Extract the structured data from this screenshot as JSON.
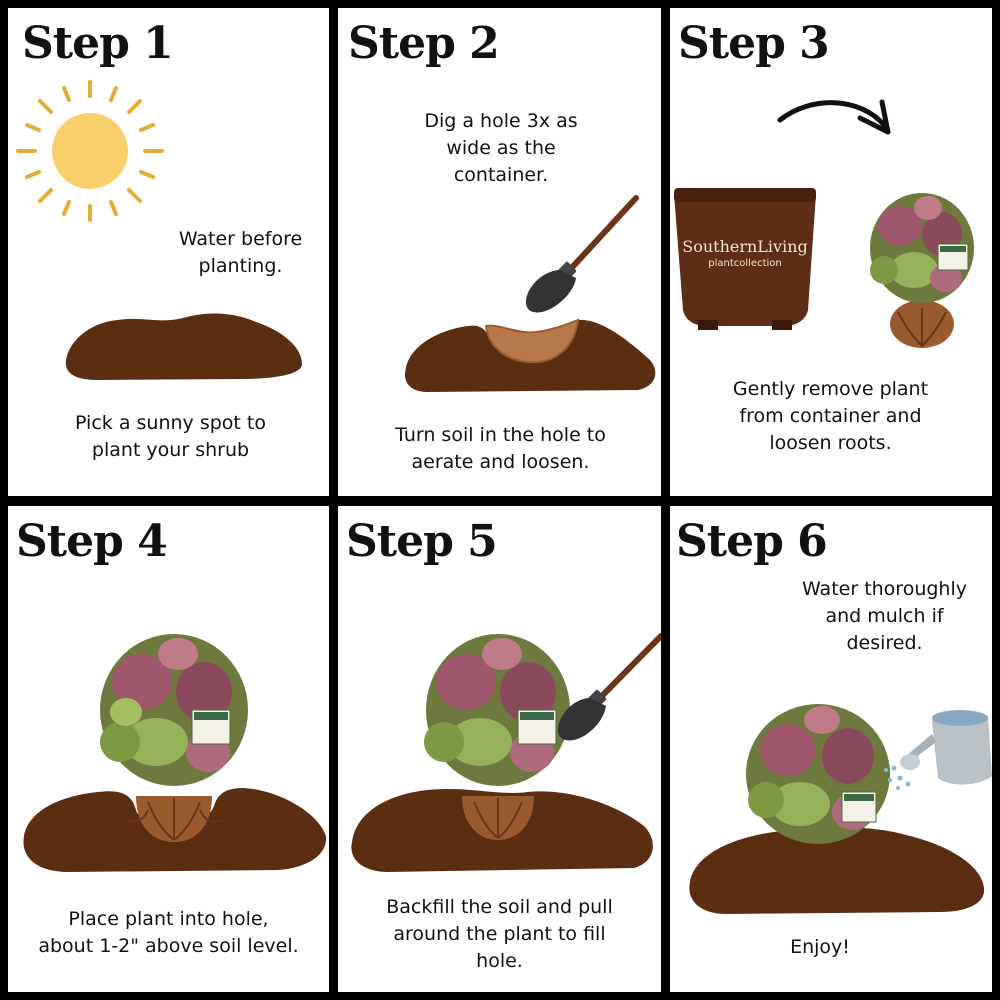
{
  "colors": {
    "soil": "#5b2e12",
    "soil_light": "#b8784a",
    "sun": "#f9cf6b",
    "sun_rays": "#e3ad35",
    "pot": "#5e2d16",
    "border": "#000000"
  },
  "pot_label": {
    "brand": "SouthernLiving",
    "line2": "plantcollection"
  },
  "steps": [
    {
      "title": "Step 1",
      "top_text": "Water before\nplanting.",
      "bottom_text": "Pick a sunny spot to\nplant your shrub"
    },
    {
      "title": "Step 2",
      "top_text": "Dig a hole 3x as\nwide as the\ncontainer.",
      "bottom_text": "Turn soil in the hole to\naerate and loosen."
    },
    {
      "title": "Step 3",
      "top_text": "",
      "bottom_text": "Gently remove plant\nfrom container and\nloosen roots."
    },
    {
      "title": "Step 4",
      "top_text": "",
      "bottom_text": "Place plant into hole,\nabout 1-2\" above soil level."
    },
    {
      "title": "Step 5",
      "top_text": "",
      "bottom_text": "Backfill the soil and pull\naround the plant to fill\nhole."
    },
    {
      "title": "Step 6",
      "top_text": "Water thoroughly\nand mulch if\ndesired.",
      "bottom_text": "Enjoy!"
    }
  ],
  "icons": {
    "sun": "sun-icon",
    "shovel": "shovel-icon",
    "arrow": "curved-arrow-icon",
    "pot": "plant-pot-icon",
    "plant": "shrub-icon",
    "watering_can": "watering-can-icon"
  }
}
